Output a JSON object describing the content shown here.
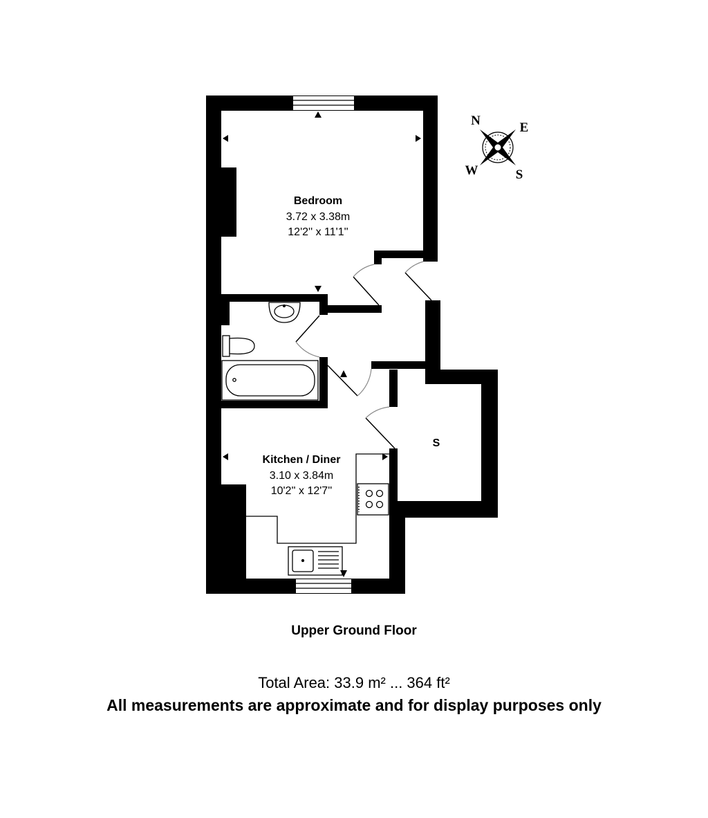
{
  "compass": {
    "north": "N",
    "east": "E",
    "south": "S",
    "west": "W"
  },
  "rooms": {
    "bedroom": {
      "name": "Bedroom",
      "metric": "3.72 x 3.38m",
      "imperial": "12'2'' x 11'1''"
    },
    "kitchen": {
      "name": "Kitchen / Diner",
      "metric": "3.10 x 3.84m",
      "imperial": "10'2'' x 12'7''"
    },
    "storage": {
      "name": "S"
    }
  },
  "floor_label": "Upper Ground Floor",
  "total_area": "Total Area: 33.9 m² ... 364 ft²",
  "disclaimer": "All measurements are approximate and for display purposes only",
  "colors": {
    "wall": "#000000",
    "background": "#ffffff",
    "fixture_stroke": "#000000",
    "door_arc": "#888888"
  }
}
